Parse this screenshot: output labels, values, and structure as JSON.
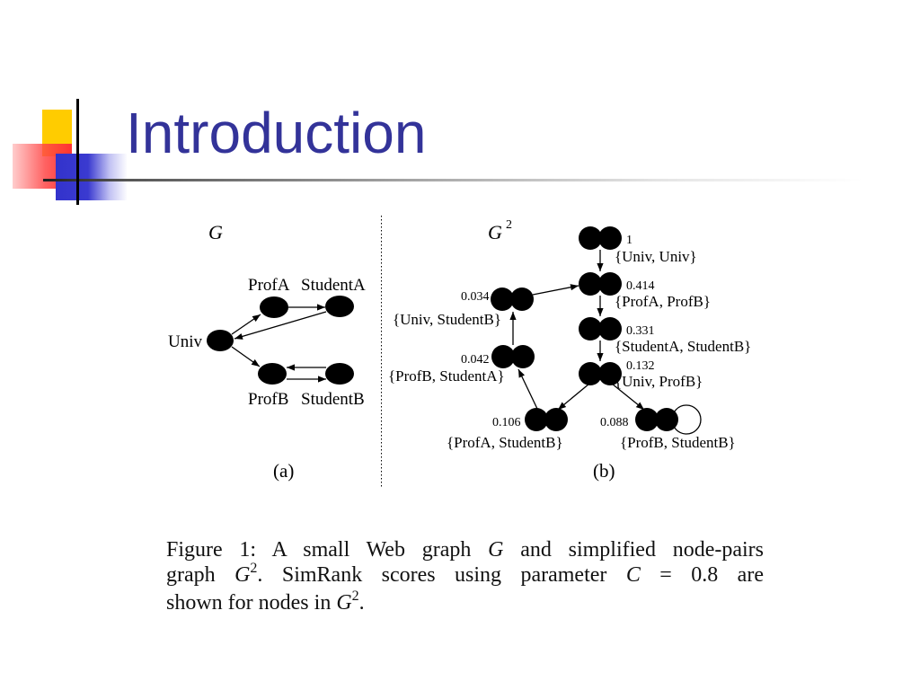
{
  "theme": {
    "title_color": "#333399"
  },
  "slide": {
    "title": "Introduction"
  },
  "figure": {
    "left_graph": {
      "label": "G",
      "nodes": [
        "Univ",
        "ProfA",
        "StudentA",
        "ProfB",
        "StudentB"
      ],
      "caption": "(a)"
    },
    "right_graph": {
      "label": "G",
      "label_superscript": "2",
      "nodes": [
        {
          "score": "1",
          "pair": "{Univ, Univ}"
        },
        {
          "score": "0.414",
          "pair": "{ProfA, ProfB}"
        },
        {
          "score": "0.034",
          "pair": "{Univ, StudentB}"
        },
        {
          "score": "0.331",
          "pair": "{StudentA, StudentB}"
        },
        {
          "score": "0.042",
          "pair": "{ProfB, StudentA}"
        },
        {
          "score": "0.132",
          "pair": "{Univ, ProfB}"
        },
        {
          "score": "0.106",
          "pair": "{ProfA, StudentB}"
        },
        {
          "score": "0.088",
          "pair": "{ProfB, StudentB}"
        }
      ],
      "caption": "(b)"
    }
  },
  "caption": {
    "lines": [
      [
        {
          "text": "Figure 1:  A small Web graph "
        },
        {
          "math": "G"
        },
        {
          "text": " and simplified node-pairs"
        }
      ],
      [
        {
          "text": "graph "
        },
        {
          "math": "G"
        },
        {
          "sup": "2"
        },
        {
          "text": ".  SimRank scores using parameter "
        },
        {
          "math": "C"
        },
        {
          "text": " = 0.8 are"
        }
      ],
      [
        {
          "text": "shown for nodes in "
        },
        {
          "math": "G"
        },
        {
          "sup": "2"
        },
        {
          "text": "."
        }
      ]
    ]
  }
}
